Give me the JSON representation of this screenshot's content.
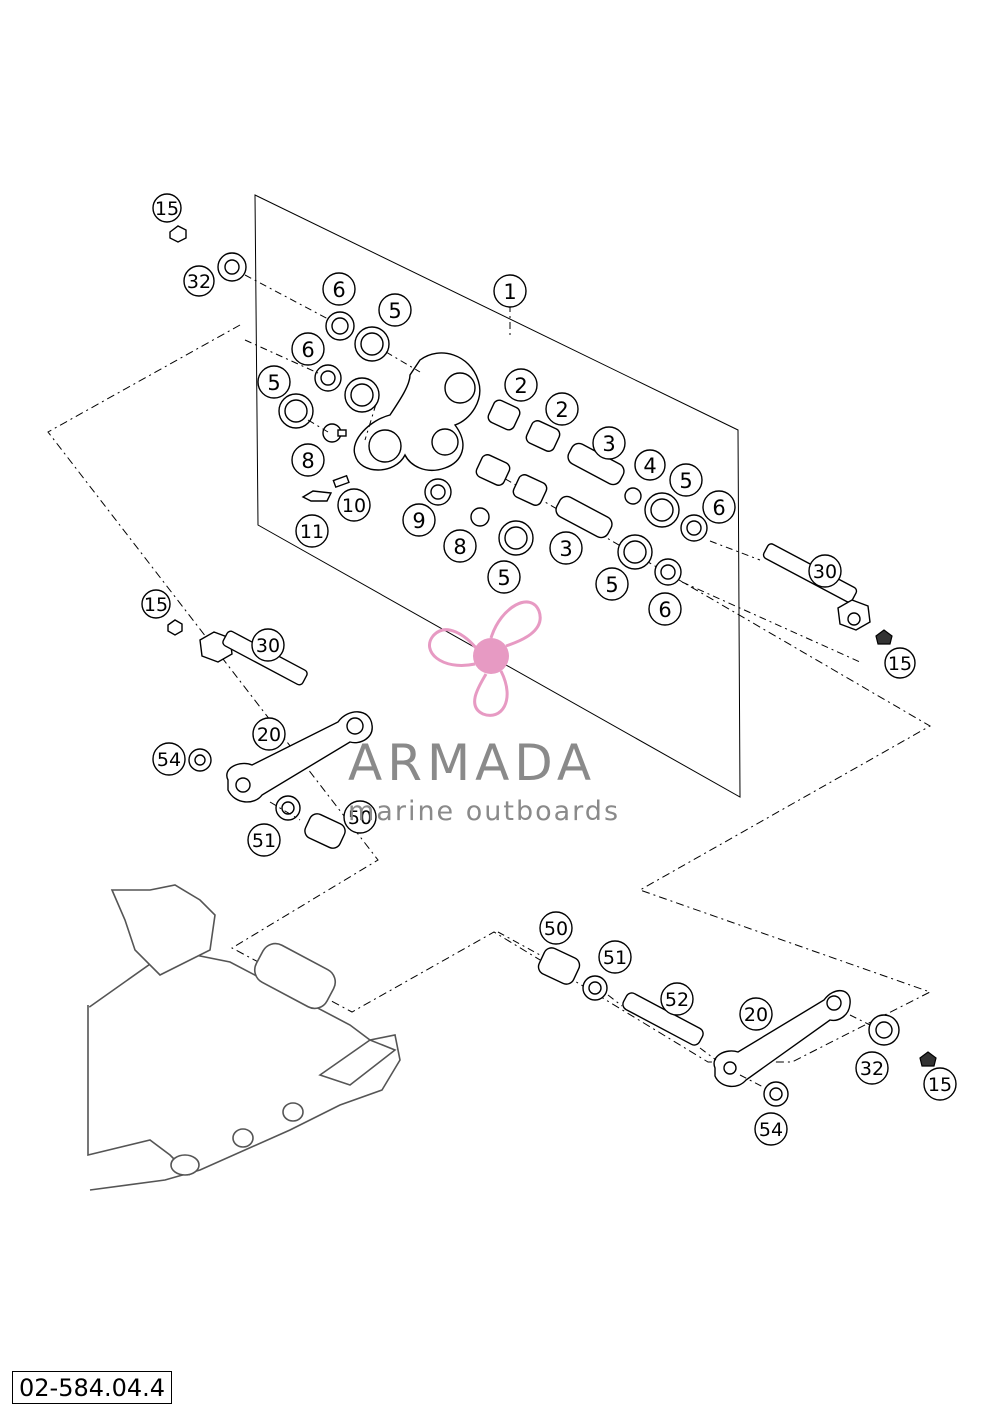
{
  "diagram": {
    "code": "02-584.04.4",
    "callouts": [
      {
        "id": "c15a",
        "label": "15"
      },
      {
        "id": "c32a",
        "label": "32"
      },
      {
        "id": "c6a",
        "label": "6"
      },
      {
        "id": "c5a",
        "label": "5"
      },
      {
        "id": "c1",
        "label": "1"
      },
      {
        "id": "c6b",
        "label": "6"
      },
      {
        "id": "c5b",
        "label": "5"
      },
      {
        "id": "c2a",
        "label": "2"
      },
      {
        "id": "c2b",
        "label": "2"
      },
      {
        "id": "c3a",
        "label": "3"
      },
      {
        "id": "c4",
        "label": "4"
      },
      {
        "id": "c5c",
        "label": "5"
      },
      {
        "id": "c6c",
        "label": "6"
      },
      {
        "id": "c8a",
        "label": "8"
      },
      {
        "id": "c10",
        "label": "10"
      },
      {
        "id": "c11",
        "label": "11"
      },
      {
        "id": "c9",
        "label": "9"
      },
      {
        "id": "c8b",
        "label": "8"
      },
      {
        "id": "c3b",
        "label": "3"
      },
      {
        "id": "c5d",
        "label": "5"
      },
      {
        "id": "c5e",
        "label": "5"
      },
      {
        "id": "c6d",
        "label": "6"
      },
      {
        "id": "c30a",
        "label": "30"
      },
      {
        "id": "c15b",
        "label": "15"
      },
      {
        "id": "c15c",
        "label": "15"
      },
      {
        "id": "c30b",
        "label": "30"
      },
      {
        "id": "c20a",
        "label": "20"
      },
      {
        "id": "c54a",
        "label": "54"
      },
      {
        "id": "c51a",
        "label": "51"
      },
      {
        "id": "c50a",
        "label": "50"
      },
      {
        "id": "c50b",
        "label": "50"
      },
      {
        "id": "c51b",
        "label": "51"
      },
      {
        "id": "c52",
        "label": "52"
      },
      {
        "id": "c20b",
        "label": "20"
      },
      {
        "id": "c32b",
        "label": "32"
      },
      {
        "id": "c15d",
        "label": "15"
      },
      {
        "id": "c54b",
        "label": "54"
      }
    ]
  },
  "watermark": {
    "title": "ARMADA",
    "subtitle": "marine outboards",
    "color": "#e79ac3"
  }
}
